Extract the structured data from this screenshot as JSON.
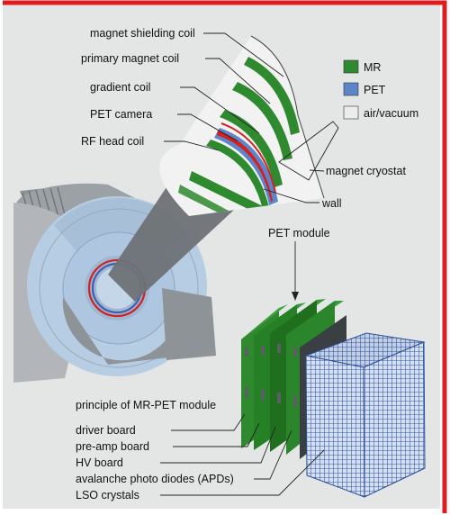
{
  "labels": {
    "magnet_shielding_coil": "magnet shielding coil",
    "primary_magnet_coil": "primary magnet coil",
    "gradient_coil": "gradient coil",
    "pet_camera": "PET camera",
    "rf_head_coil": "RF head coil",
    "magnet_cryostat": "magnet cryostat",
    "wall": "wall",
    "pet_module": "PET module",
    "principle_title": "principle of MR-PET module",
    "driver_board": "driver board",
    "preamp_board": "pre-amp board",
    "hv_board": "HV board",
    "apds": "avalanche photo diodes (APDs)",
    "lso_crystals": "LSO crystals"
  },
  "legend": [
    {
      "label": "MR",
      "color": "#2f8a2f"
    },
    {
      "label": "PET",
      "color": "#5b86c9"
    },
    {
      "label": "air/vacuum",
      "color": "#ececec"
    }
  ],
  "colors": {
    "frame_accent": "#e01b1b",
    "background": "#e4e6e6",
    "scanner_blue": "#b6cde3",
    "scanner_gray": "#8e9398",
    "mr_green": "#2f8a2f",
    "pet_blue": "#5b86c9",
    "rf_red": "#d42020"
  }
}
